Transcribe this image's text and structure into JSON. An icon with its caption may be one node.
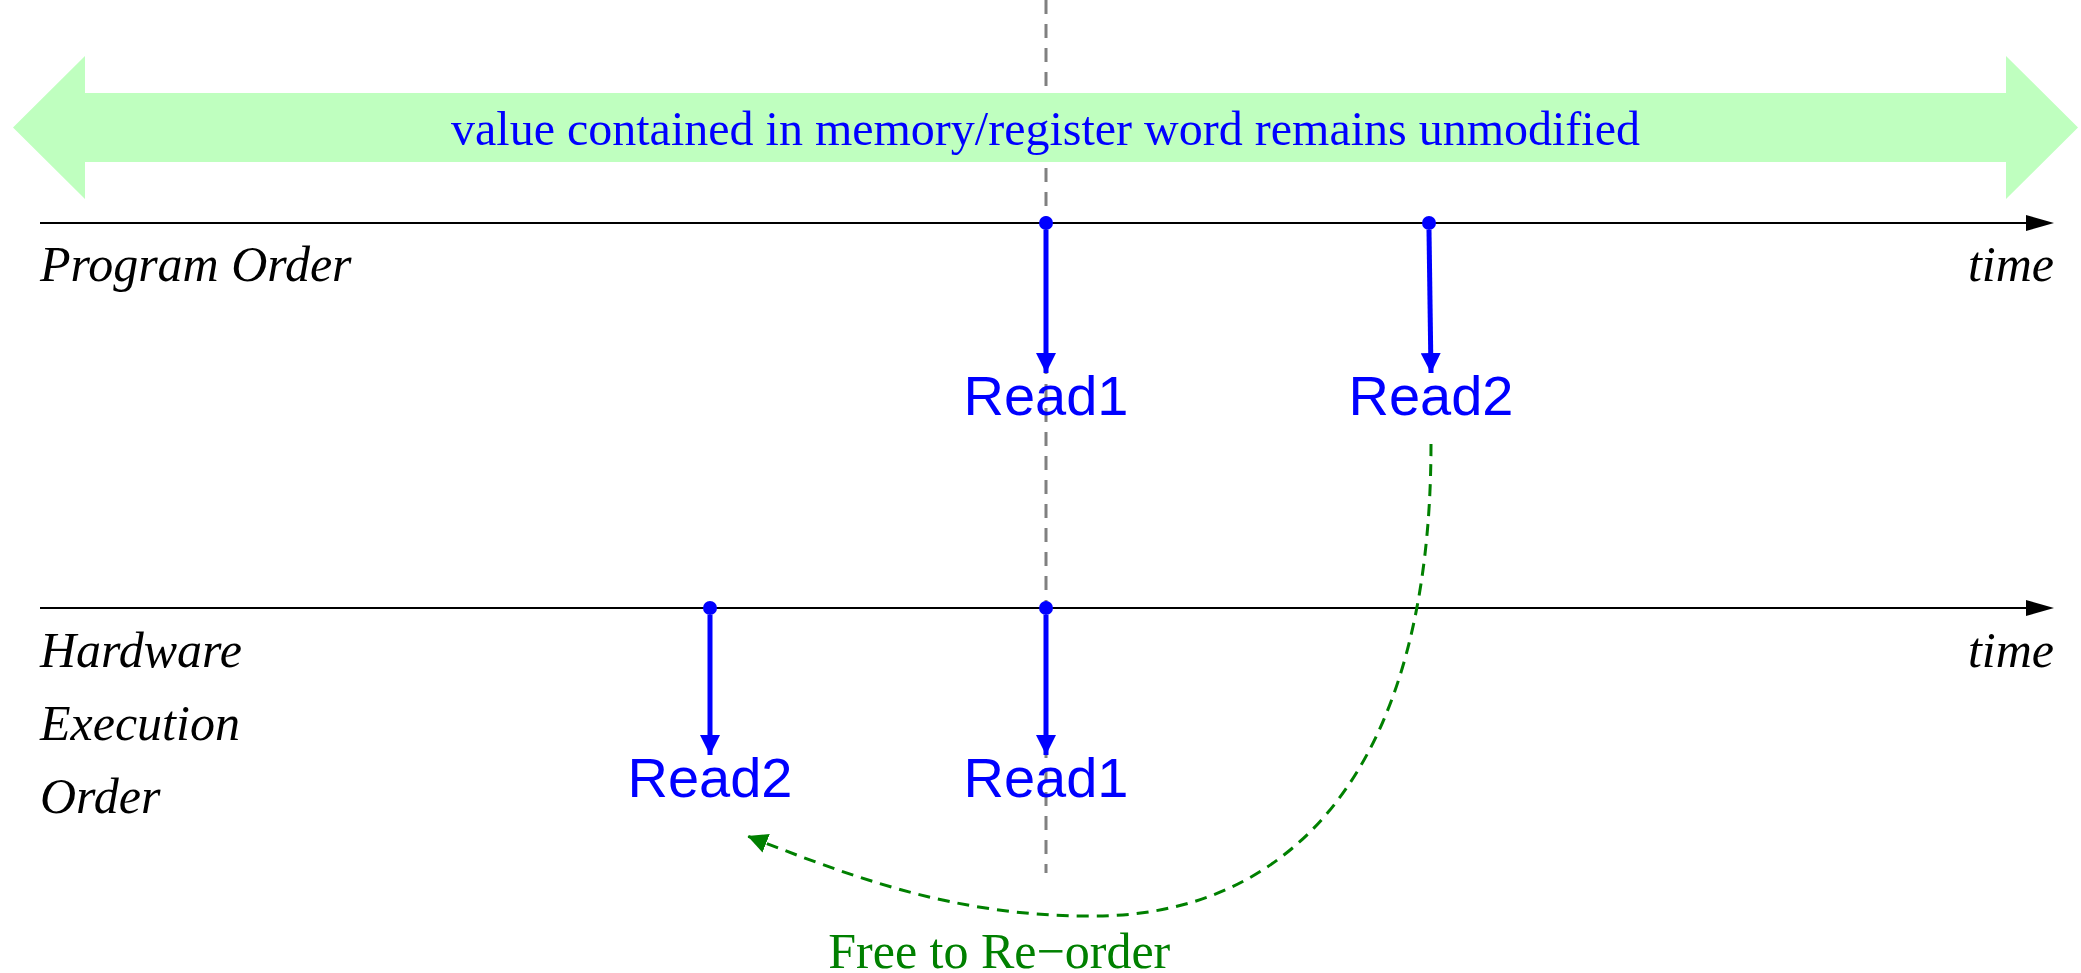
{
  "diagram": {
    "nodes": [
      {
        "text": [
          "value contained in memory/register word remains unmodified"
        ]
      },
      {
        "text": [],
        "shape": "circle"
      },
      {
        "text": [
          "Read1"
        ]
      },
      {
        "text": [],
        "shape": "circle"
      },
      {
        "text": [
          "Read2"
        ]
      },
      {
        "text": [],
        "shape": "circle"
      },
      {
        "text": [
          "Read2"
        ]
      },
      {
        "text": [],
        "shape": "circle"
      },
      {
        "text": [
          "Read1"
        ]
      }
    ],
    "edges": [
      {
        "from": 1,
        "to": 2,
        "arrow": "to"
      },
      {
        "from": 3,
        "to": 4,
        "arrow": "to"
      },
      {
        "from": 5,
        "to": 6,
        "arrow": "to"
      },
      {
        "from": 7,
        "to": 8,
        "arrow": "to"
      },
      {
        "from": 4,
        "to": 6,
        "arrow": "to",
        "style": "dashed",
        "color": "#008000",
        "label": "Free to Re−order"
      }
    ],
    "labels": [
      "Program Order",
      "time",
      "Hardware Execution Order",
      "time"
    ]
  }
}
